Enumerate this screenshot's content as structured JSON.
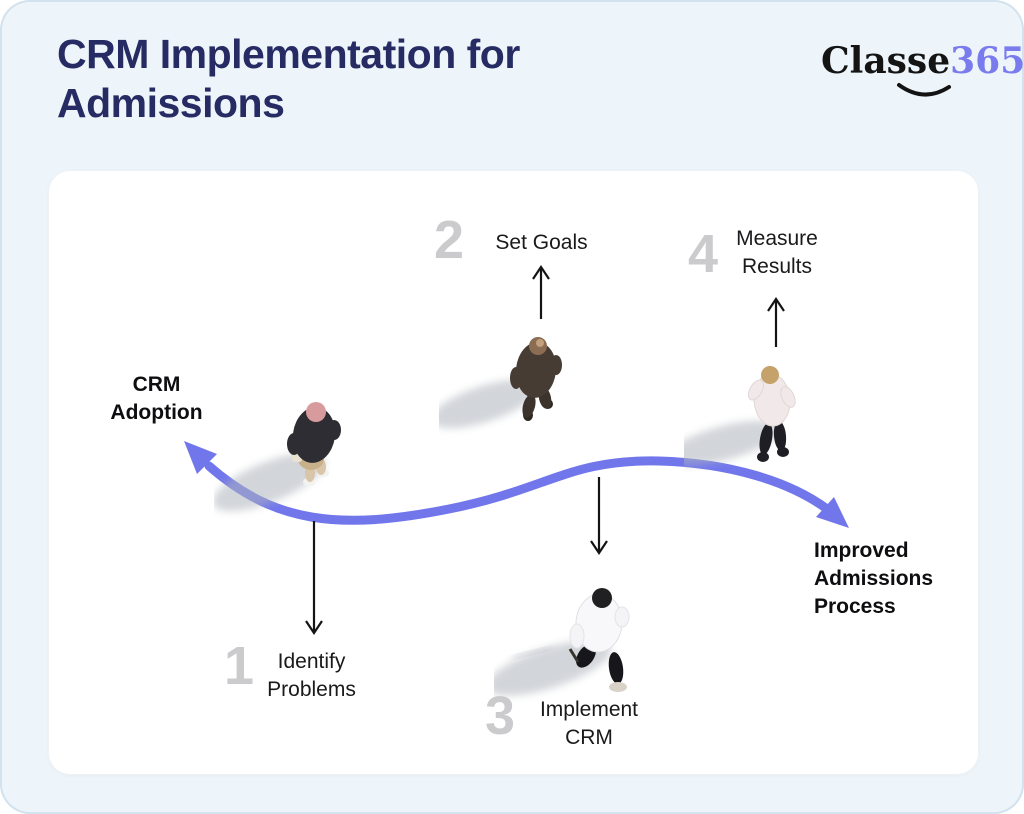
{
  "header": {
    "title_line1": "CRM Implementation for",
    "title_line2": "Admissions",
    "title_color": "#262b63",
    "logo": {
      "text_black": "Classe",
      "text_accent": "365",
      "accent_color": "#7a7bec",
      "smile_icon": "smile-arc"
    }
  },
  "diagram": {
    "arrow_color": "#7177eb",
    "step_number_color": "#cbcbce",
    "endpoints": {
      "start": {
        "lines": [
          "CRM",
          "Adoption"
        ]
      },
      "end": {
        "lines": [
          "Improved",
          "Admissions",
          "Process"
        ]
      }
    },
    "steps": [
      {
        "number": "1",
        "lines": [
          "Identify",
          "Problems"
        ],
        "arrow": "down"
      },
      {
        "number": "2",
        "lines": [
          "Set Goals"
        ],
        "arrow": "up"
      },
      {
        "number": "3",
        "lines": [
          "Implement",
          "CRM"
        ],
        "arrow": "down"
      },
      {
        "number": "4",
        "lines": [
          "Measure",
          "Results"
        ],
        "arrow": "up"
      }
    ],
    "figures": [
      "person-walking-dark-jacket-top-view",
      "person-walking-suit-top-view",
      "person-striding-white-shirt-top-view",
      "person-standing-light-shirt-top-view"
    ]
  }
}
